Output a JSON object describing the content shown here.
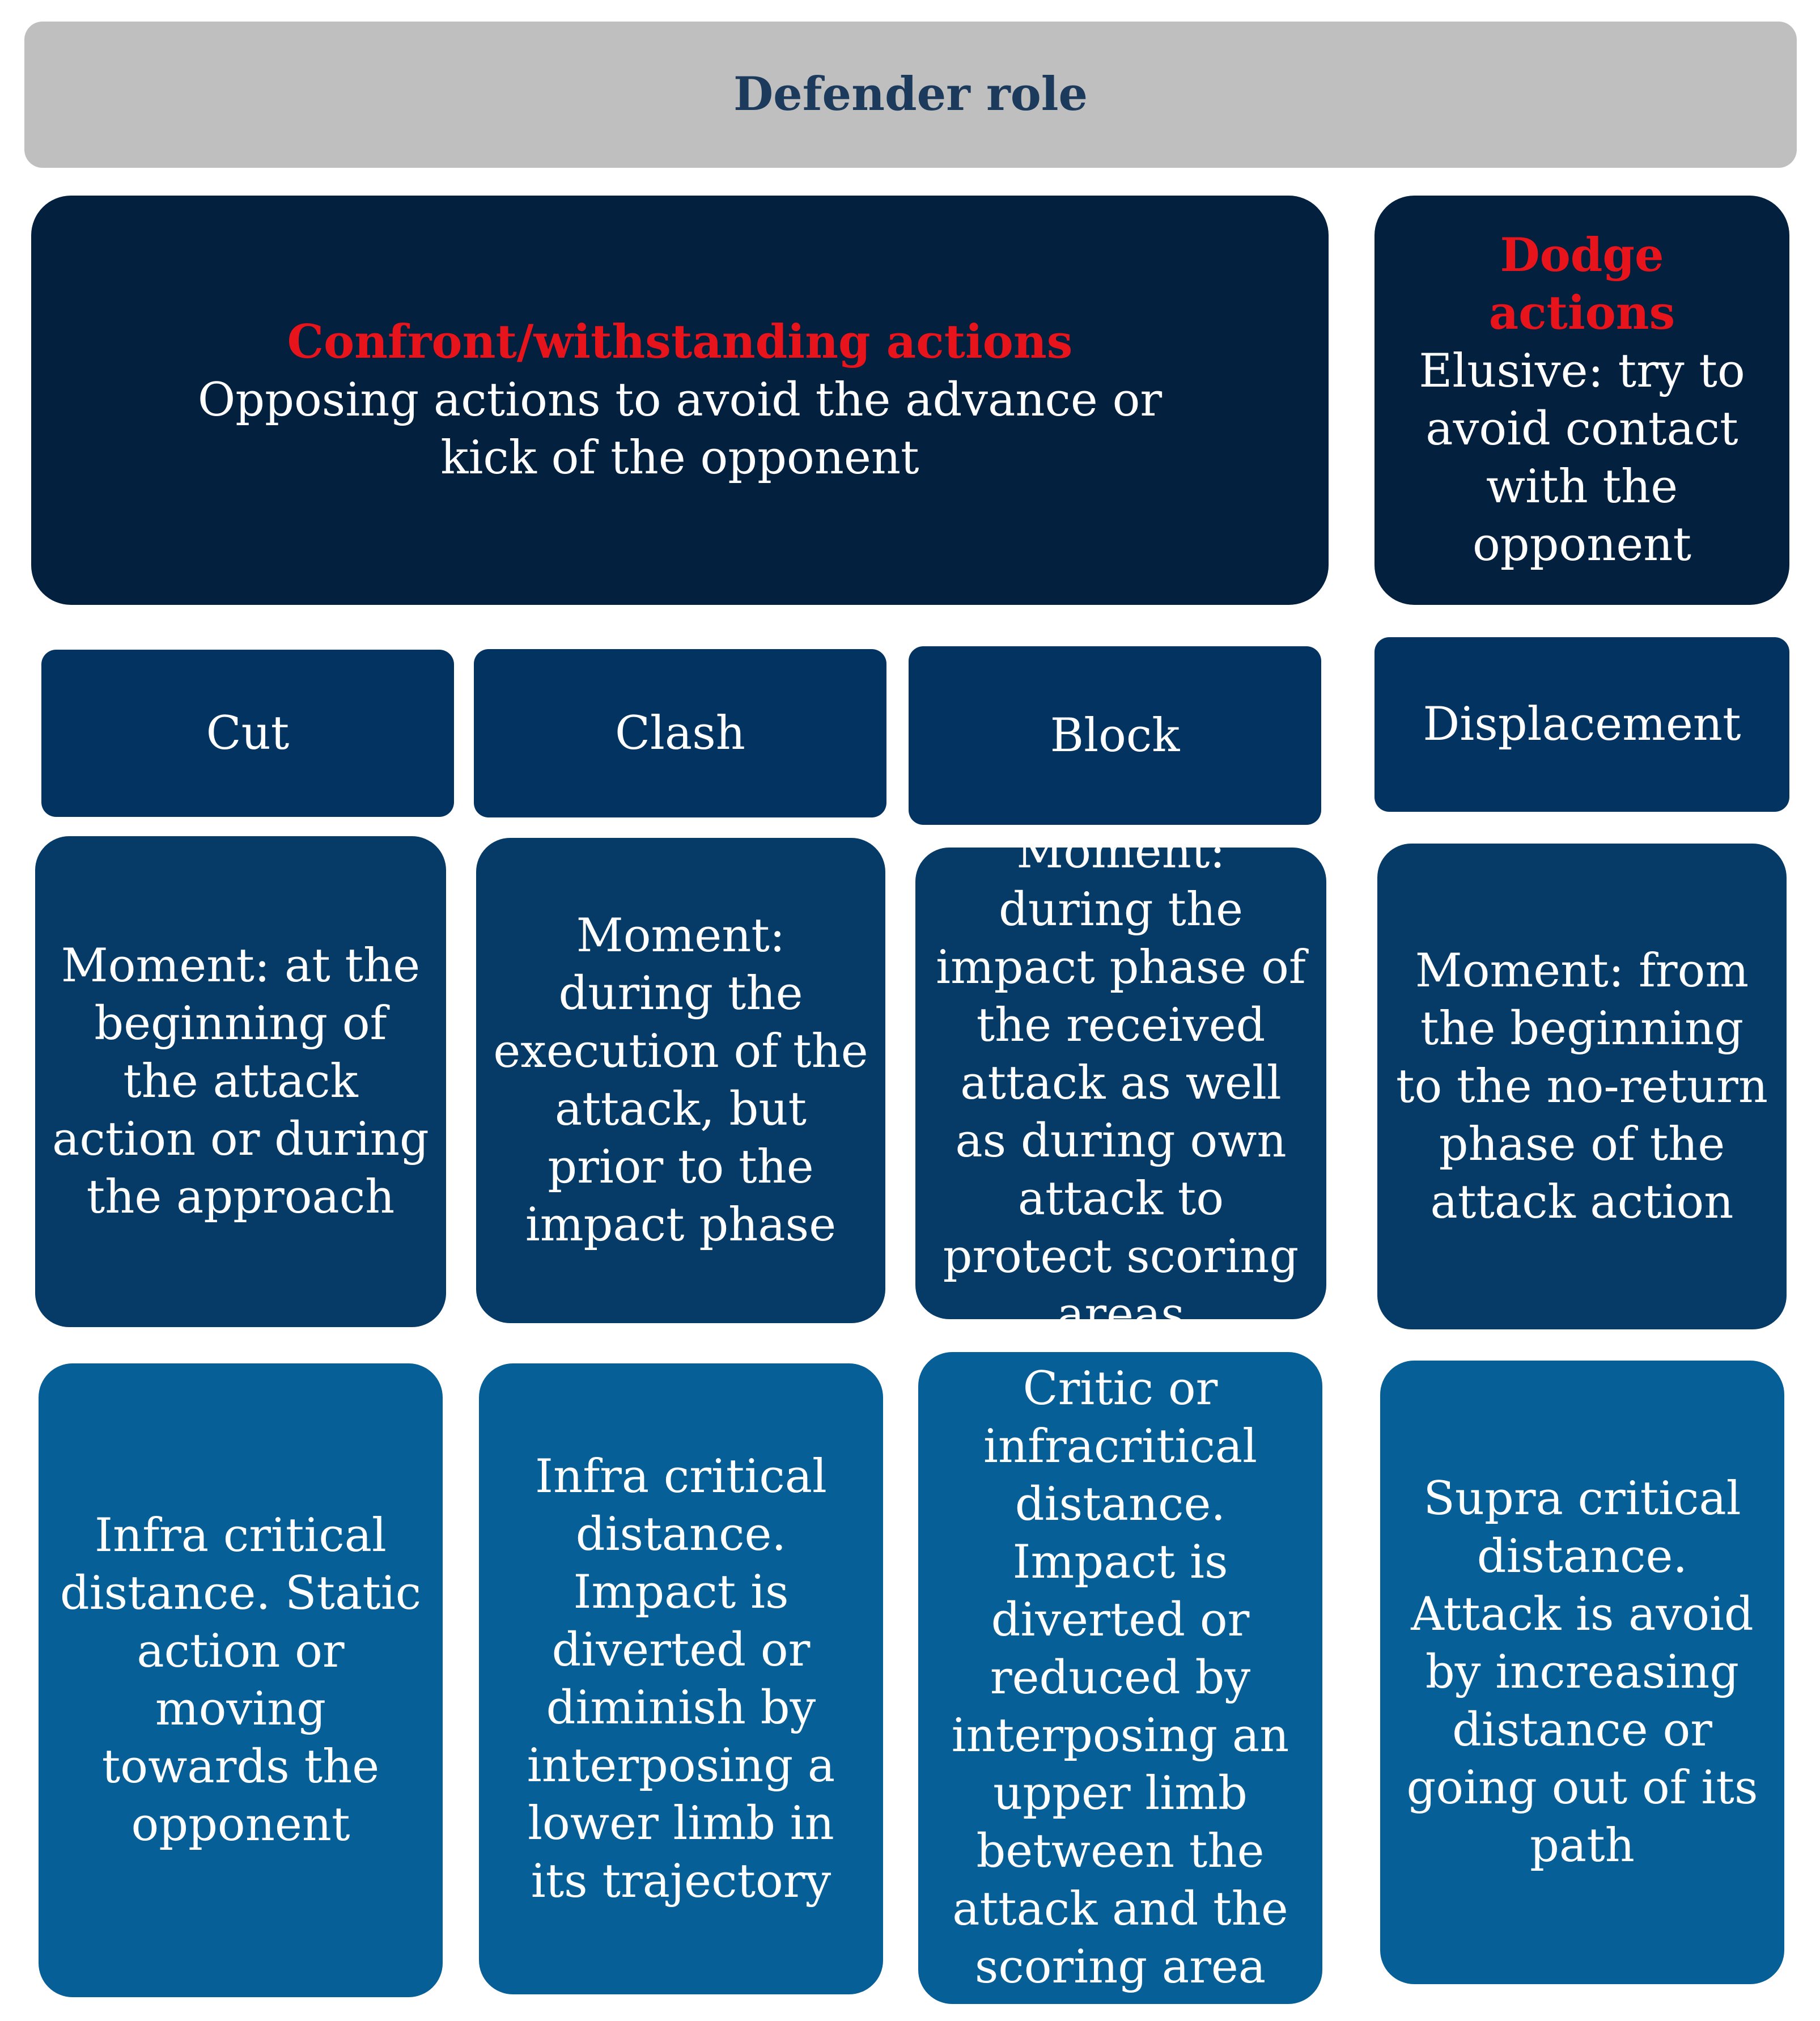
{
  "header": {
    "title": "Defender role"
  },
  "groups": {
    "confront": {
      "title": "Confront/withstanding actions",
      "description": "Opposing actions to avoid the advance or kick of the opponent"
    },
    "dodge": {
      "title": "Dodge actions",
      "description": "Elusive: try to avoid contact with the opponent"
    }
  },
  "columns": [
    {
      "category": "Cut",
      "moment": "Moment: at the beginning of the attack action or during  the approach",
      "distance": "Infra critical distance. Static action or moving towards the opponent"
    },
    {
      "category": "Clash",
      "moment": "Moment: during the execution of the attack, but prior to the impact phase",
      "distance": "Infra critical distance.  Impact is diverted or diminish by interposing a lower limb in its trajectory"
    },
    {
      "category": "Block",
      "moment": "Moment: during the impact phase of the received attack as well as during own attack to protect scoring  areas",
      "distance": "Critic or infracritical distance. Impact is diverted or reduced by interposing an upper limb between the attack and the scoring area"
    },
    {
      "category": "Displacement",
      "moment": "Moment: from the beginning to the no-return phase of the attack action",
      "distance": "Supra critical distance. Attack is avoid by increasing distance or going out of its path"
    }
  ]
}
